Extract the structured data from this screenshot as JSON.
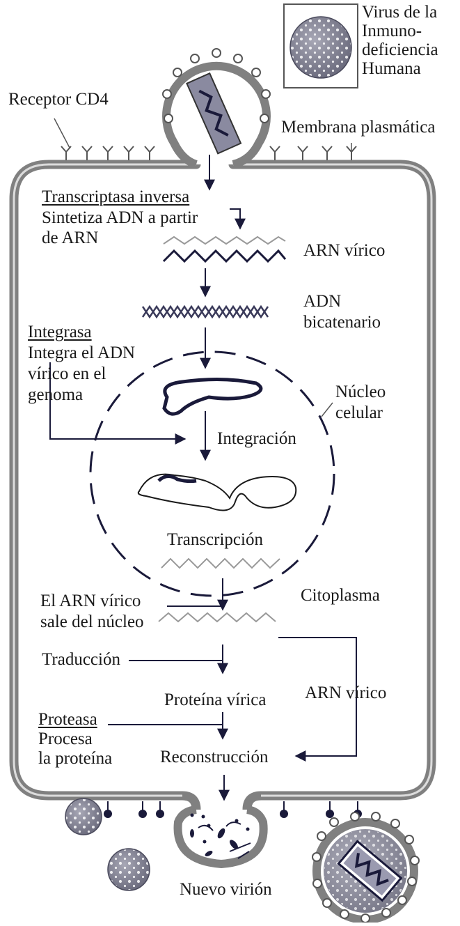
{
  "legend": {
    "line1": "Virus de la",
    "line2": "Inmuno-",
    "line3": "deficiencia",
    "line4": "Humana"
  },
  "labels": {
    "receptor": "Receptor CD4",
    "membrane": "Membrana plasmática",
    "rt_title": "Transcriptasa inversa",
    "rt_desc1": "Sintetiza ADN a partir",
    "rt_desc2": "de ARN",
    "arn_virico_1": "ARN vírico",
    "adn_1": "ADN",
    "adn_2": "bicatenario",
    "integrasa_title": "Integrasa",
    "integrasa_desc1": "Integra el ADN",
    "integrasa_desc2": "vírico en el",
    "integrasa_desc3": "genoma",
    "nucleo_1": "Núcleo",
    "nucleo_2": "celular",
    "integracion": "Integración",
    "transcripcion": "Transcripción",
    "citoplasma": "Citoplasma",
    "sale_1": "El ARN vírico",
    "sale_2": "sale del núcleo",
    "traduccion": "Traducción",
    "proteina_virica": "Proteína vírica",
    "arn_virico_2": "ARN vírico",
    "proteasa_title": "Proteasa",
    "proteasa_desc1": "Procesa",
    "proteasa_desc2": "la proteína",
    "reconstruccion": "Reconstrucción",
    "nuevo_virion": "Nuevo virión"
  }
}
